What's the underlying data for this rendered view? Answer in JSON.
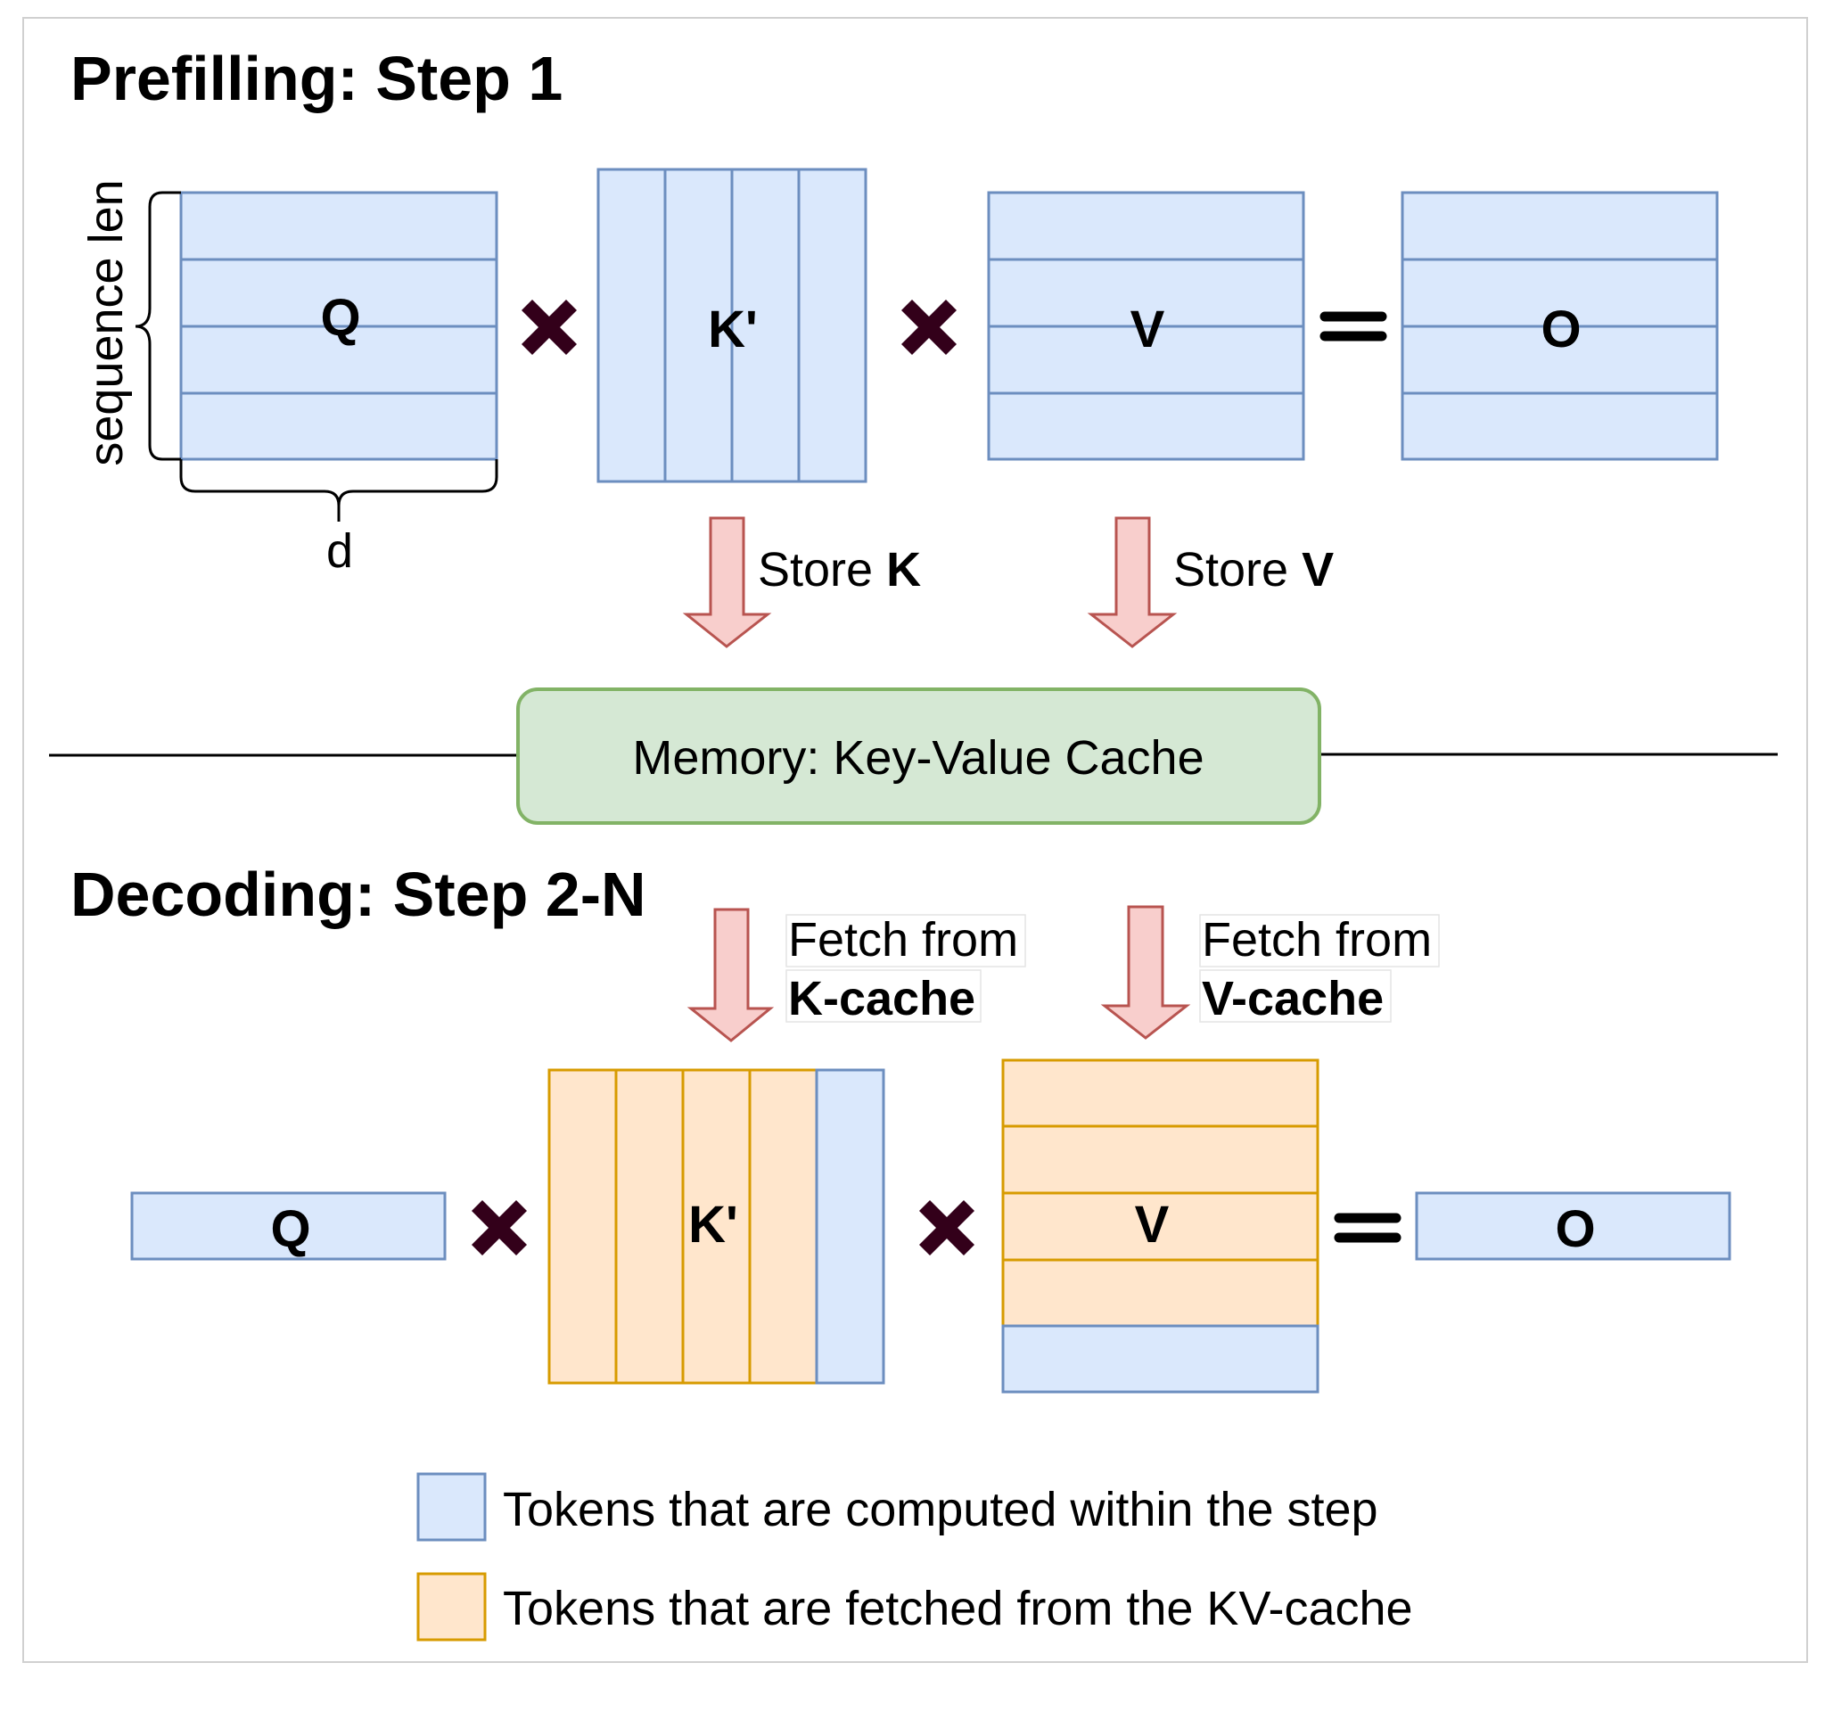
{
  "prefill": {
    "title": "Prefilling: Step 1",
    "q_label": "Q",
    "k_label": "K'",
    "v_label": "V",
    "o_label": "O",
    "seq_len_label": "sequence len",
    "d_label": "d",
    "store_k": {
      "prefix": "Store ",
      "bold": "K"
    },
    "store_v": {
      "prefix": "Store ",
      "bold": "V"
    }
  },
  "memory": {
    "label": "Memory: Key-Value Cache"
  },
  "decode": {
    "title": "Decoding: Step 2-N",
    "q_label": "Q",
    "k_label": "K'",
    "v_label": "V",
    "o_label": "O",
    "fetch_k": {
      "line1": "Fetch from",
      "line2": "K-cache"
    },
    "fetch_v": {
      "line1": "Fetch from",
      "line2": "V-cache"
    }
  },
  "legend": {
    "computed": "Tokens that are computed within the step",
    "fetched": "Tokens that are fetched from the KV-cache"
  },
  "colors": {
    "computed_fill": "#dae8fc",
    "computed_stroke": "#6c8ebf",
    "fetched_fill": "#ffe6cc",
    "fetched_stroke": "#d79b00",
    "memory_fill": "#d5e8d4",
    "memory_stroke": "#82b366",
    "arrow_fill": "#f8cecc",
    "arrow_stroke": "#b85450"
  }
}
